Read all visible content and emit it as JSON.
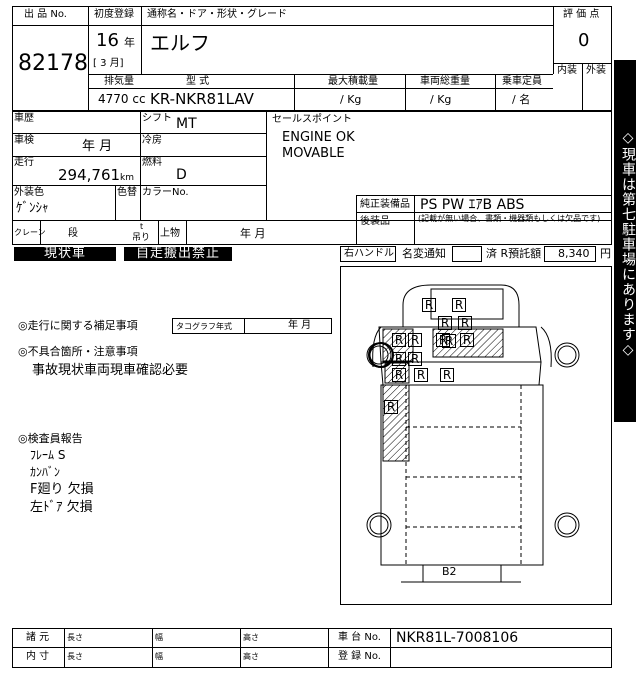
{
  "header": {
    "lot_label": "出 品 No.",
    "lot_no": "82178",
    "first_reg_label": "初度登録",
    "year": "16",
    "year_unit": "年",
    "month": "[ 3 月]",
    "name_label": "通称名・ドア・形状・グレード",
    "name": "エルフ",
    "score_label": "評 価 点",
    "score": "0",
    "interior_label": "内装",
    "exterior_label": "外装"
  },
  "spec": {
    "displacement_label": "排気量",
    "displacement": "4770 cc",
    "model_label": "型    式",
    "model": "KR-NKR81LAV",
    "max_load_label": "最大積載量",
    "max_load_value": "/      Kg",
    "gross_label": "車両総重量",
    "gross_value": "/      Kg",
    "capacity_label": "乗車定員",
    "capacity_value": "/     名"
  },
  "details": {
    "history_label": "車歴",
    "shift_label": "シフト",
    "shift": "MT",
    "inspection_label": "車検",
    "inspection_value": "年    月",
    "ac_label": "冷房",
    "mileage_label": "走行",
    "mileage": "294,761",
    "mileage_unit": "km",
    "fuel_label": "燃料",
    "fuel": "D",
    "color_label": "外装色",
    "color": "ｹﾞﾝｼｬ",
    "color_change_label": "色替",
    "color_no_label": "カラーNo.",
    "crane_label": "クレーン",
    "crane_value": "段",
    "crane_t": "t",
    "crane_lift": "吊り",
    "upper_label": "上物",
    "upper_value": "年    月"
  },
  "sales": {
    "label": "セールスポイント",
    "lines": [
      "ENGINE OK",
      "MOVABLE"
    ],
    "equip_label": "純正装備品",
    "equip": "PS PW ｴｱB ABS",
    "aftermarket_label": "後装品",
    "aftermarket_note": "(記載が無い場合、書類・機器類もしくは欠品です)"
  },
  "status": {
    "as_is": "現状車",
    "no_self_drive": "自走搬出禁止",
    "rhd": "右ハンドル",
    "name_change_label": "名変通知",
    "recycle_label": "済 R預託額",
    "recycle_amount": "8,340",
    "recycle_unit": "円"
  },
  "notes": {
    "driving_label": "◎走行に関する補足事項",
    "tacho_label": "タコグラフ年式",
    "tacho_value": "年     月",
    "defect_label": "◎不具合箇所・注意事項",
    "defect_text": "事故現状車両現車確認必要",
    "inspector_label": "◎検査員報告",
    "inspector_lines": [
      "ﾌﾚｰﾑ S",
      "ｶﾝﾊﾞﾝ",
      "F廻り 欠損",
      "左ﾄﾞｱ 欠損"
    ]
  },
  "diagram": {
    "mark_r": "R",
    "rear_label": "B2"
  },
  "sidebar": {
    "text": "◇現車は第七駐車場にあります◇"
  },
  "footer": {
    "dim_label": "諸 元",
    "inner_label": "内 寸",
    "length_label": "長さ",
    "width_label": "幅",
    "height_label": "高さ",
    "chassis_label": "車 台 No.",
    "chassis": "NKR81L-7008106",
    "reg_label": "登 録 No."
  }
}
